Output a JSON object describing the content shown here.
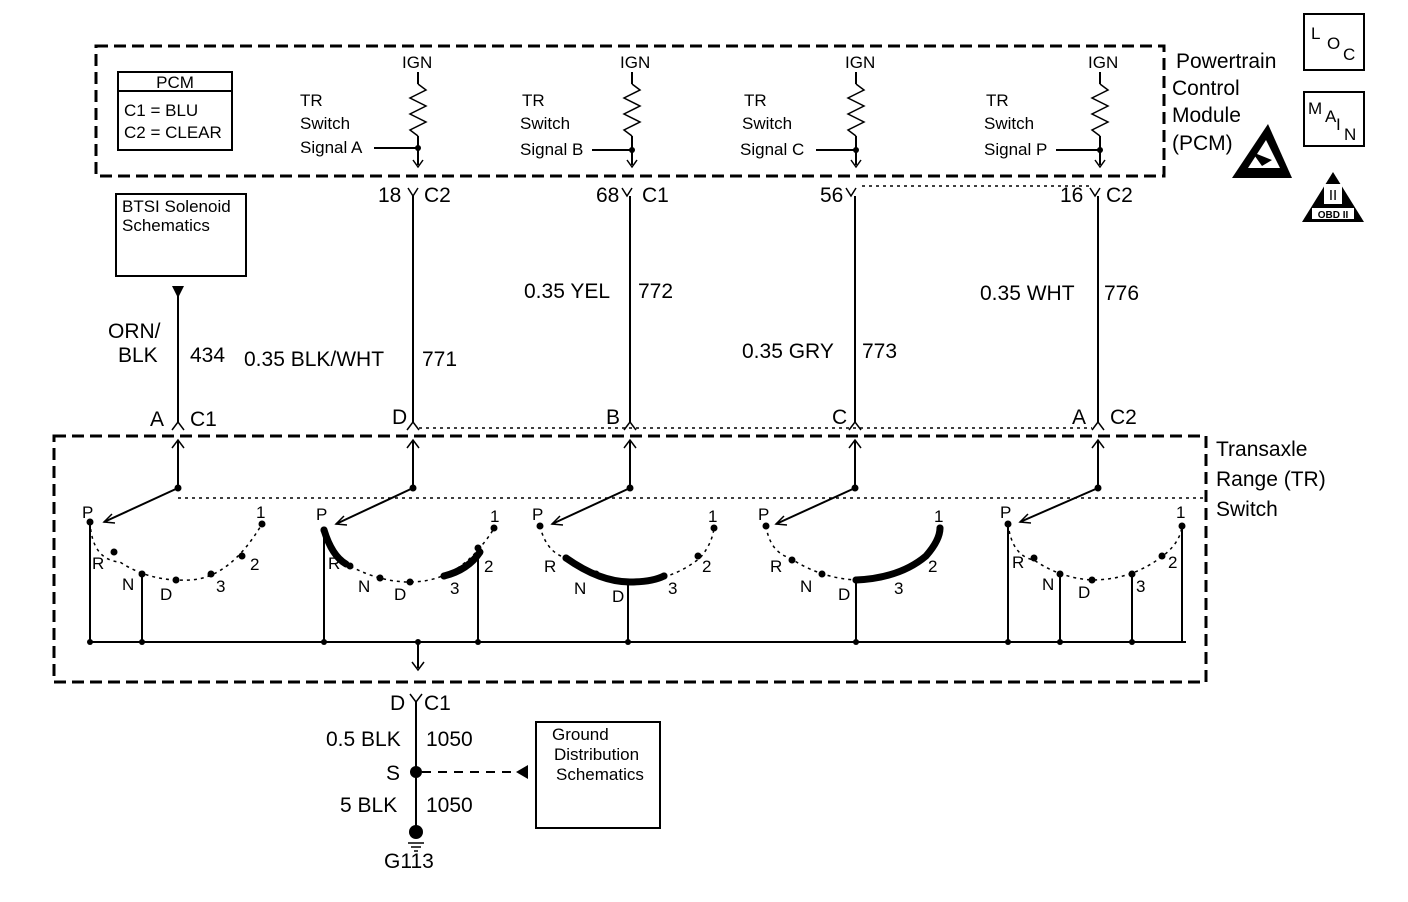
{
  "pcm": {
    "title_lines": [
      "Powertrain",
      "Control",
      "Module",
      "(PCM)"
    ],
    "connector_box": {
      "header": "PCM",
      "line1": "C1 = BLU",
      "line2": "C2 = CLEAR"
    },
    "ign_label": "IGN",
    "signals": [
      {
        "l1": "TR",
        "l2": "Switch",
        "l3": "Signal A"
      },
      {
        "l1": "TR",
        "l2": "Switch",
        "l3": "Signal B"
      },
      {
        "l1": "TR",
        "l2": "Switch",
        "l3": "Signal C"
      },
      {
        "l1": "TR",
        "l2": "Switch",
        "l3": "Signal P"
      }
    ]
  },
  "icons": {
    "loc": [
      "L",
      "O",
      "C"
    ],
    "main": [
      "M",
      "A",
      "I",
      "N"
    ],
    "obd": "OBD II",
    "obd_mark": "II"
  },
  "pcm_pins": [
    {
      "pin": "18",
      "conn": "C2"
    },
    {
      "pin": "68",
      "conn": "C1"
    },
    {
      "pin": "56",
      "conn": ""
    },
    {
      "pin": "16",
      "conn": "C2"
    }
  ],
  "wires": [
    {
      "gauge": "0.35 BLK/WHT",
      "circuit": "771"
    },
    {
      "gauge": "0.35 YEL",
      "circuit": "772"
    },
    {
      "gauge": "0.35 GRY",
      "circuit": "773"
    },
    {
      "gauge": "0.35 WHT",
      "circuit": "776"
    }
  ],
  "btsi": {
    "l1": "BTSI Solenoid",
    "l2": "Schematics",
    "wire_l1": "ORN/",
    "wire_l2": "BLK",
    "circuit": "434"
  },
  "tr_pins": [
    {
      "pin": "A",
      "conn": "C1"
    },
    {
      "pin": "D",
      "conn": ""
    },
    {
      "pin": "B",
      "conn": ""
    },
    {
      "pin": "C",
      "conn": ""
    },
    {
      "pin": "A",
      "conn": "C2"
    }
  ],
  "tr_switch": {
    "l1": "Transaxle",
    "l2": "Range (TR)",
    "l3": "Switch"
  },
  "positions": [
    "P",
    "R",
    "N",
    "D",
    "3",
    "2",
    "1"
  ],
  "ground": {
    "pin": "D",
    "conn": "C1",
    "wire1_gauge": "0.5 BLK",
    "wire1_circuit": "1050",
    "splice": "S",
    "wire2_gauge": "5 BLK",
    "wire2_circuit": "1050",
    "ground_id": "G113",
    "dist_l1": "Ground",
    "dist_l2": "Distribution",
    "dist_l3": "Schematics"
  }
}
